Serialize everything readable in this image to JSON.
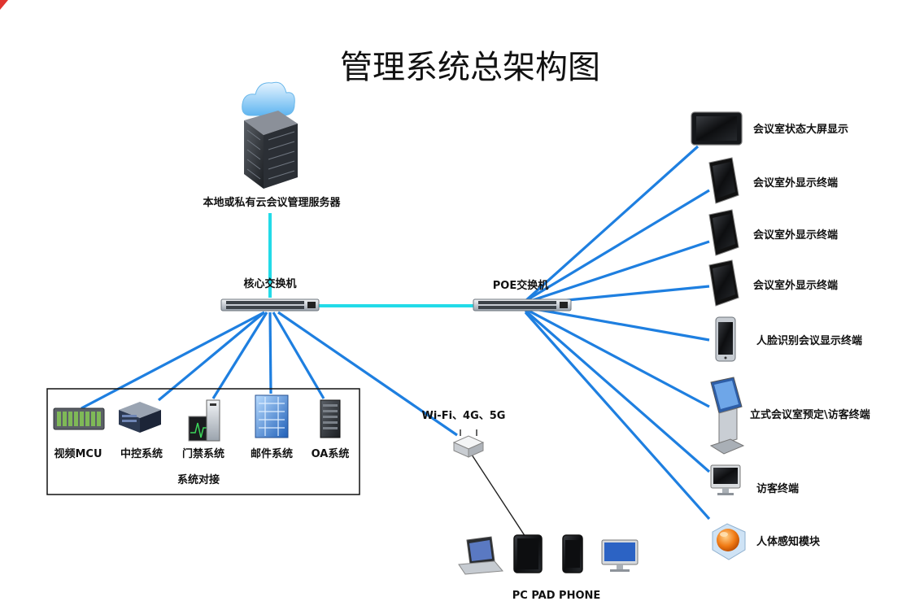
{
  "title": "管理系统总架构图",
  "server": {
    "label": "本地或私有云会议管理服务器"
  },
  "core_switch": {
    "label": "核心交换机"
  },
  "poe_switch": {
    "label": "POE交换机"
  },
  "systems_box": {
    "label": "系统对接"
  },
  "systems": [
    {
      "label": "视频MCU"
    },
    {
      "label": "中控系统"
    },
    {
      "label": "门禁系统"
    },
    {
      "label": "邮件系统"
    },
    {
      "label": "OA系统"
    }
  ],
  "wifi": {
    "label": "Wi-Fi、4G、5G"
  },
  "mobile": {
    "label": "PC PAD PHONE"
  },
  "terminals": [
    {
      "label": "会议室状态大屏显示"
    },
    {
      "label": "会议室外显示终端"
    },
    {
      "label": "会议室外显示终端"
    },
    {
      "label": "会议室外显示终端"
    },
    {
      "label": "人脸识别会议显示终端"
    },
    {
      "label": "立式会议室预定\\访客终端"
    },
    {
      "label": "访客终端"
    },
    {
      "label": "人体感知模块"
    }
  ],
  "colors": {
    "link": "#1e7fe0",
    "trunk": "#22dbe8",
    "accent_corner": "#e0342f"
  }
}
